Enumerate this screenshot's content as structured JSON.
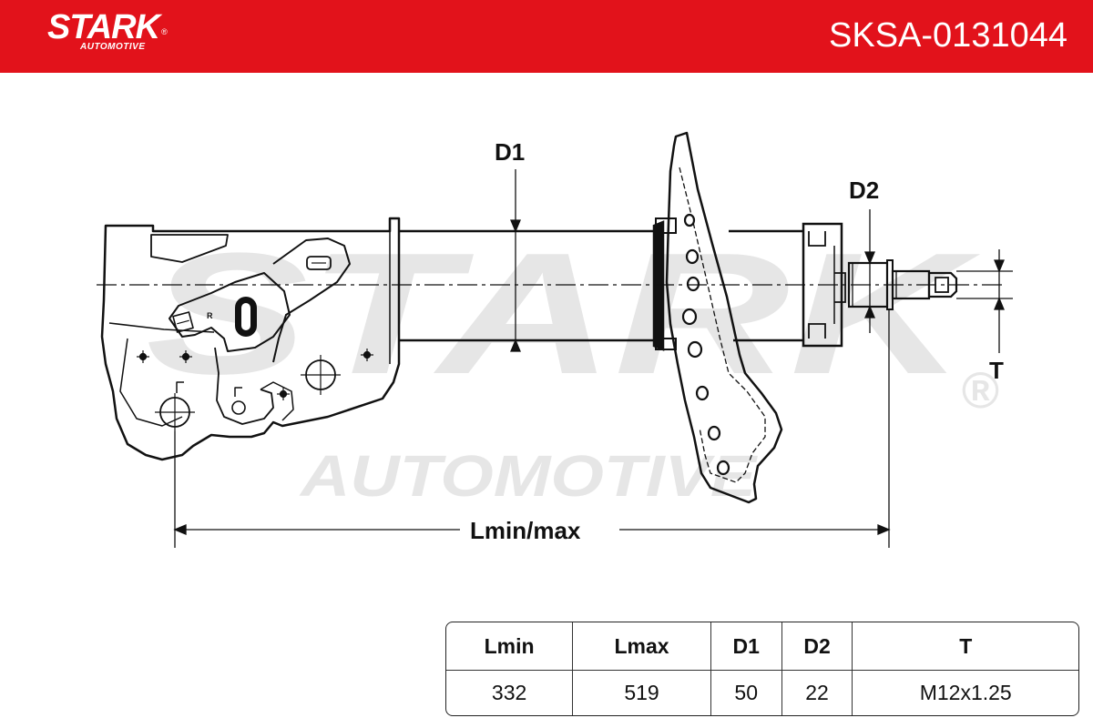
{
  "header": {
    "brand": "STARK",
    "brand_sub": "AUTOMOTIVE",
    "registered": "®",
    "part_number": "SKSA-0131044",
    "color": "#e2121b"
  },
  "watermark": {
    "line1": "STARK",
    "line2": "AUTOMOTIVE",
    "registered": "®"
  },
  "diagram": {
    "labels": {
      "d1": "D1",
      "d2": "D2",
      "t": "T",
      "length": "Lmin/max"
    },
    "part_marking": "R"
  },
  "spec_table": {
    "headers": [
      "Lmin",
      "Lmax",
      "D1",
      "D2",
      "T"
    ],
    "values": [
      "332",
      "519",
      "50",
      "22",
      "M12x1.25"
    ]
  }
}
